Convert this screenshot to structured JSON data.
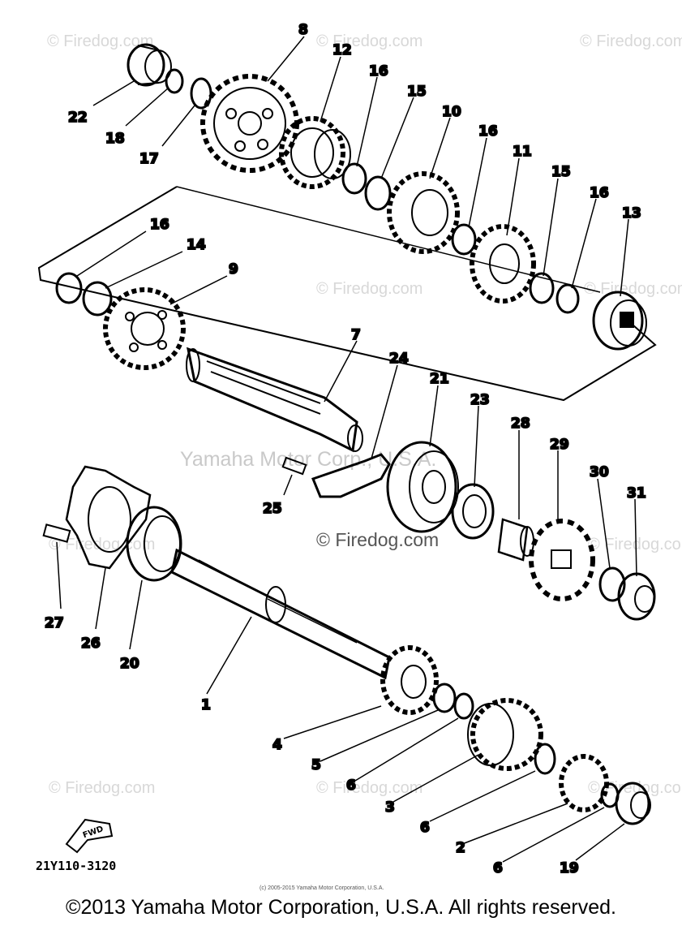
{
  "watermarks": {
    "brand": "© Firedog.com",
    "center_brand": "© Firedog.com",
    "yamaha": "Yamaha Motor Corp., U.S.A."
  },
  "parts": {
    "p1": "1",
    "p2": "2",
    "p3": "3",
    "p4": "4",
    "p5": "5",
    "p6a": "6",
    "p6b": "6",
    "p6c": "6",
    "p7": "7",
    "p8": "8",
    "p9": "9",
    "p10": "10",
    "p11": "11",
    "p12": "12",
    "p13": "13",
    "p14": "14",
    "p15a": "15",
    "p15b": "15",
    "p16a": "16",
    "p16b": "16",
    "p16c": "16",
    "p16d": "16",
    "p17": "17",
    "p18": "18",
    "p19": "19",
    "p20": "20",
    "p21": "21",
    "p22": "22",
    "p23": "23",
    "p24": "24",
    "p25": "25",
    "p26": "26",
    "p27": "27",
    "p28": "28",
    "p29": "29",
    "p30": "30",
    "p31": "31"
  },
  "fwd_label": "FWD",
  "part_code": "21Y110-3120",
  "small_copyright": "(c) 2005-2015 Yamaha Motor Corporation, U.S.A.",
  "footer": "©2013 Yamaha Motor Corporation, U.S.A. All rights reserved.",
  "colors": {
    "ink": "#000000",
    "watermark": "#d8d8d8"
  }
}
